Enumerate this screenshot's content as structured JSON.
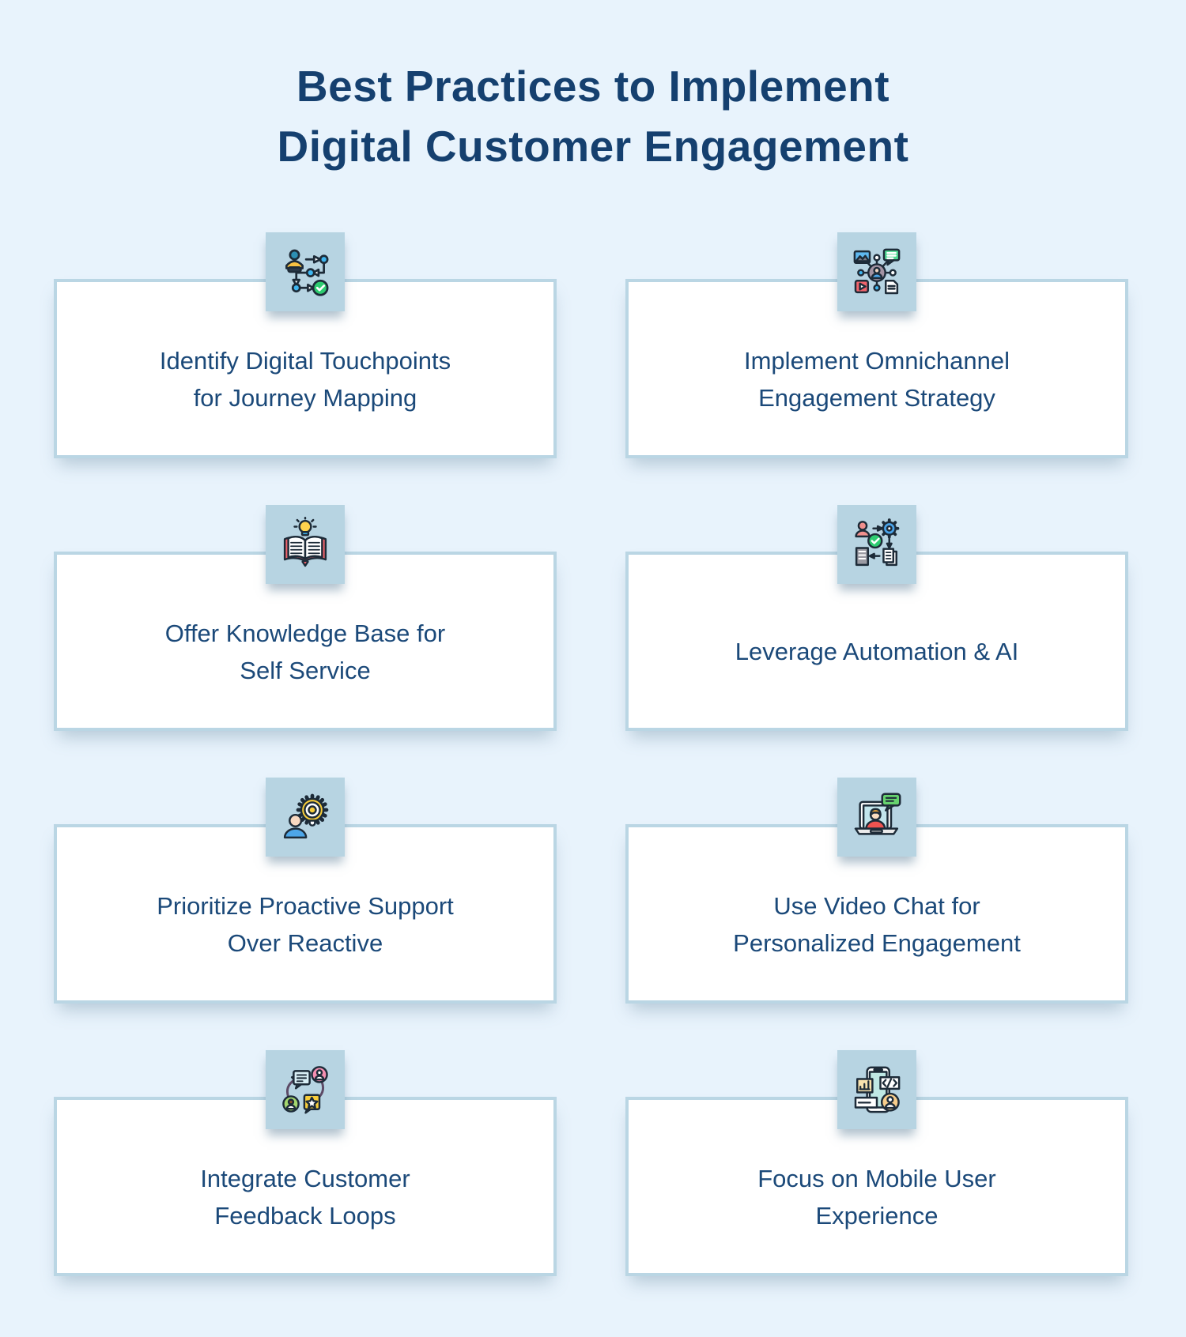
{
  "page": {
    "title_line1": "Best Practices to Implement",
    "title_line2": "Digital Customer Engagement"
  },
  "theme": {
    "background": "#E8F3FC",
    "title_color": "#15406F",
    "card_background": "#FFFFFF",
    "card_border": "#BAD6E4",
    "icon_tile_background": "#B7D4E2",
    "card_text_color": "#1B4979",
    "accent_green": "#2ECC71",
    "accent_blue": "#3FB6F0",
    "accent_red": "#F2646C",
    "accent_yellow": "#F7CD3B",
    "accent_pink": "#F48FB1"
  },
  "cards": [
    {
      "icon": "journey-map-icon",
      "lines": [
        "Identify Digital Touchpoints",
        "for Journey Mapping"
      ]
    },
    {
      "icon": "omnichannel-icon",
      "lines": [
        "Implement Omnichannel",
        "Engagement Strategy"
      ]
    },
    {
      "icon": "knowledge-base-icon",
      "lines": [
        "Offer Knowledge Base for",
        "Self Service"
      ]
    },
    {
      "icon": "automation-ai-icon",
      "lines": [
        "Leverage Automation & AI"
      ]
    },
    {
      "icon": "proactive-support-icon",
      "lines": [
        "Prioritize Proactive Support",
        "Over Reactive"
      ]
    },
    {
      "icon": "video-chat-icon",
      "lines": [
        "Use Video Chat for",
        "Personalized Engagement"
      ]
    },
    {
      "icon": "feedback-loop-icon",
      "lines": [
        "Integrate Customer",
        "Feedback Loops"
      ]
    },
    {
      "icon": "mobile-ux-icon",
      "lines": [
        "Focus on Mobile User",
        "Experience"
      ]
    }
  ]
}
